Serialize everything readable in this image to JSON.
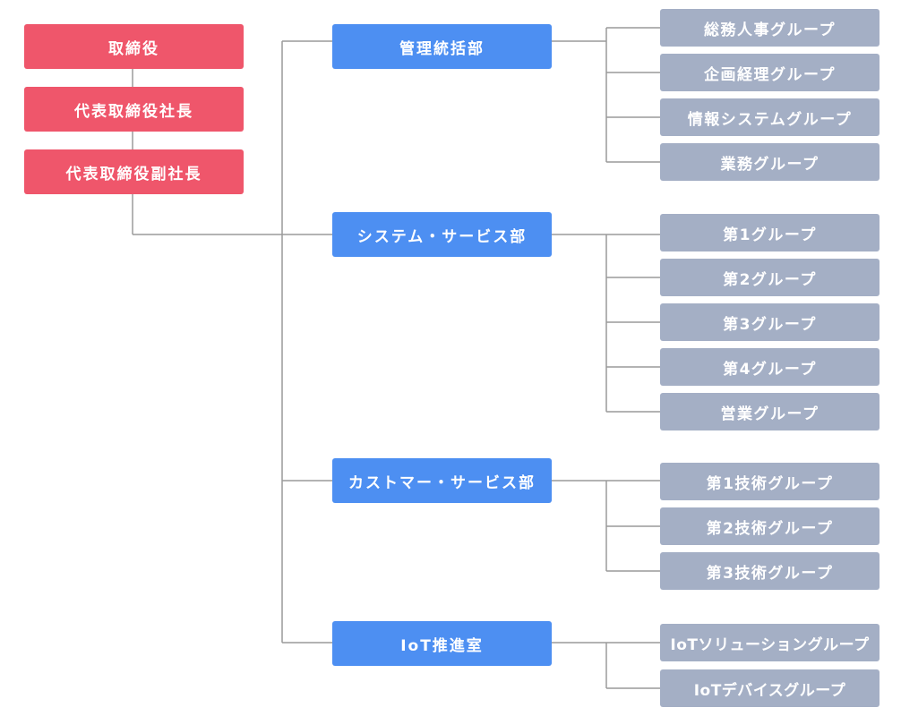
{
  "executives": [
    {
      "label": "取締役"
    },
    {
      "label": "代表取締役社長"
    },
    {
      "label": "代表取締役副社長"
    }
  ],
  "departments": [
    {
      "label": "管理統括部",
      "groups": [
        "総務人事グループ",
        "企画経理グループ",
        "情報システムグループ",
        "業務グループ"
      ]
    },
    {
      "label": "システム・サービス部",
      "groups": [
        "第1グループ",
        "第2グループ",
        "第3グループ",
        "第4グループ",
        "営業グループ"
      ]
    },
    {
      "label": "カストマー・サービス部",
      "groups": [
        "第1技術グループ",
        "第2技術グループ",
        "第3技術グループ"
      ]
    },
    {
      "label": "IoT推進室",
      "groups": [
        "IoTソリューショングループ",
        "IoTデバイスグループ"
      ]
    }
  ],
  "colors": {
    "executive": "#ef566b",
    "department": "#4d8ff2",
    "group": "#a4afc5",
    "connector": "#9a9a9a"
  }
}
